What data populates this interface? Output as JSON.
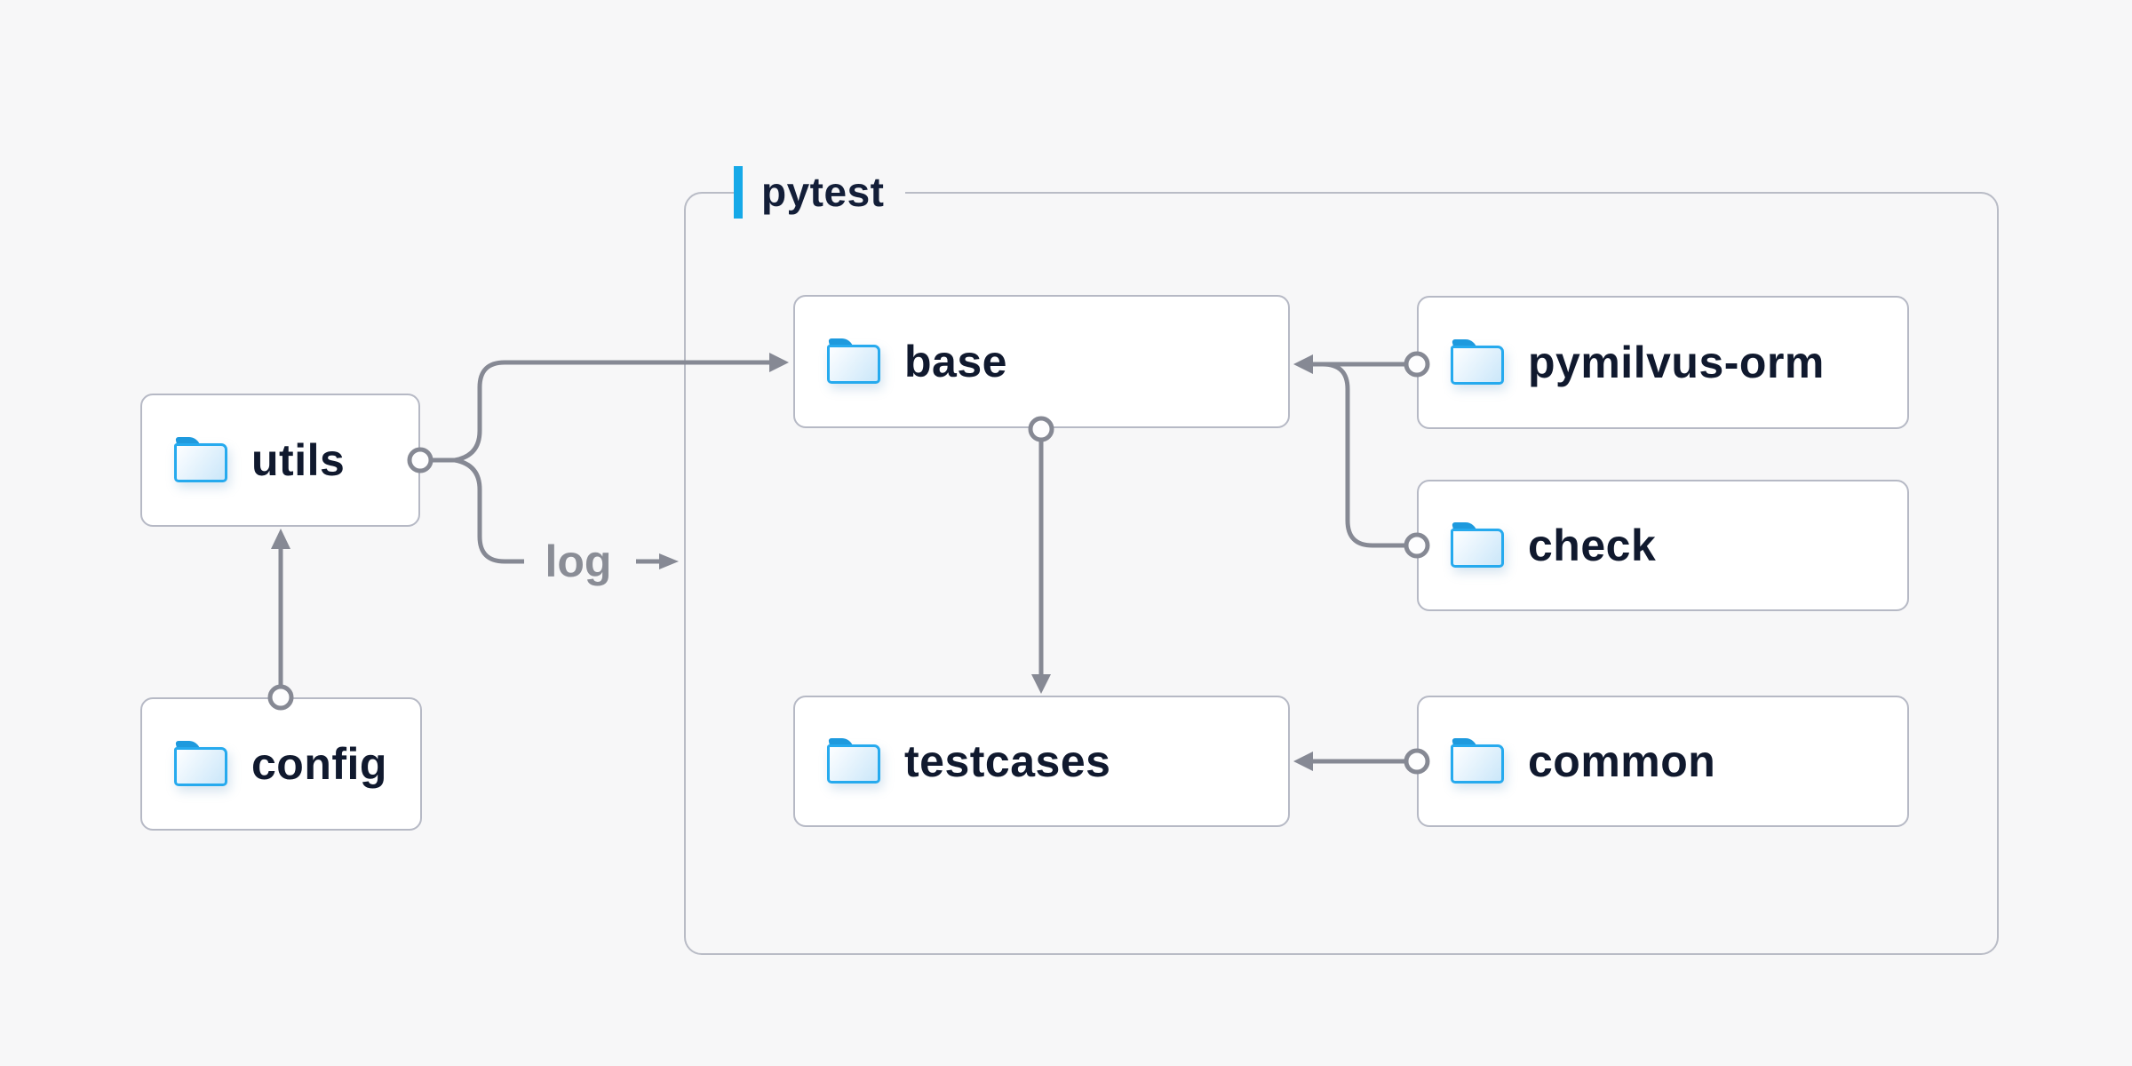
{
  "diagram": {
    "title_group": {
      "label": "pytest"
    },
    "nodes": {
      "utils": {
        "label": "utils"
      },
      "config": {
        "label": "config"
      },
      "base": {
        "label": "base"
      },
      "pymilvus_orm": {
        "label": "pymilvus-orm"
      },
      "check": {
        "label": "check"
      },
      "testcases": {
        "label": "testcases"
      },
      "common": {
        "label": "common"
      }
    },
    "edge_labels": {
      "log": "log"
    },
    "edges": [
      {
        "from": "config",
        "to": "utils"
      },
      {
        "from": "utils",
        "to": "base"
      },
      {
        "from": "utils",
        "to": "log",
        "label": "log"
      },
      {
        "from": "base",
        "to": "testcases"
      },
      {
        "from": "pymilvus-orm",
        "to": "base"
      },
      {
        "from": "check",
        "to": "base"
      },
      {
        "from": "common",
        "to": "testcases"
      }
    ],
    "colors": {
      "background": "#f7f7f8",
      "node_fill": "#ffffff",
      "node_border": "#b6b9c5",
      "group_border": "#b9bcc6",
      "wire_gray": "#868994",
      "text_dark": "#10192e",
      "text_gray": "#8a8d96",
      "accent_blue": "#16a9e8",
      "folder_blue": "#26aaee",
      "folder_tab_blue": "#1e9ade"
    }
  }
}
